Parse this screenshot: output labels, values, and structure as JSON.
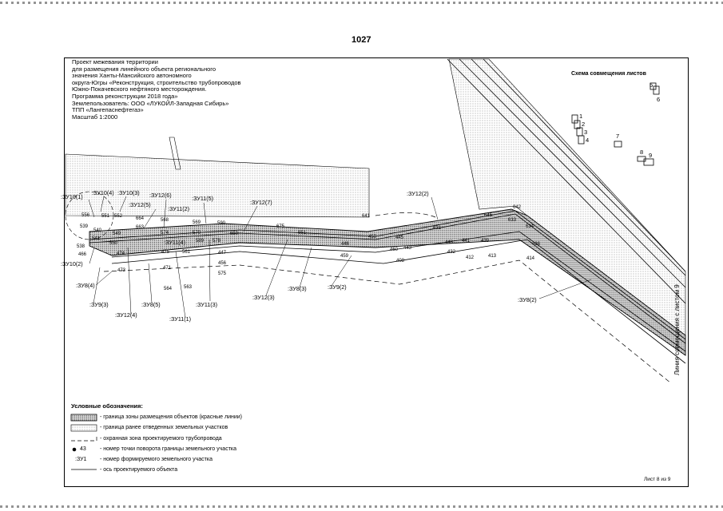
{
  "page_number": "1027",
  "title_block": [
    "Проект межевания территории",
    "для размещения линейного объекта регионального",
    "значения Ханты-Мансийского автономного",
    "округа-Югры «Реконструкция, строительство трубопроводов",
    "Южно-Покачевского нефтяного месторождения.",
    "Программа реконструкции 2018 года»",
    "Землепользователь: ООО «ЛУКОЙЛ-Западная Сибирь»",
    "ТПП «Лангепаснефтегаз»",
    "Масштаб 1:2000"
  ],
  "scheme": {
    "title": "Схема совмещения листов",
    "sheets": [
      "1",
      "2",
      "3",
      "4",
      "5",
      "6",
      "7",
      "8",
      "9"
    ]
  },
  "plot_labels": [
    ":ЗУ10(1)",
    ":ЗУ10(4)",
    ":ЗУ10(3)",
    ":ЗУ12(5)",
    ":ЗУ12(6)",
    ":ЗУ11(5)",
    ":ЗУ11(2)",
    ":ЗУ12(7)",
    ":ЗУ12(2)",
    ":ЗУ11(4)",
    ":ЗУ10(2)",
    ":ЗУ8(4)",
    ":ЗУ9(3)",
    ":ЗУ8(5)",
    ":ЗУ12(4)",
    ":ЗУ11(1)",
    ":ЗУ11(3)",
    ":ЗУ12(3)",
    ":ЗУ8(3)",
    ":ЗУ9(2)",
    ":ЗУ8(2)"
  ],
  "points": [
    "556",
    "551",
    "552",
    "539",
    "540",
    "541",
    "538",
    "549",
    "550",
    "474",
    "466",
    "473",
    "664",
    "663",
    "568",
    "574",
    "570",
    "569",
    "590",
    "561",
    "475",
    "471",
    "564",
    "563",
    "578",
    "589",
    "447",
    "456",
    "575",
    "650",
    "675",
    "651",
    "641",
    "642",
    "645",
    "633",
    "634",
    "631",
    "450",
    "445",
    "446",
    "443",
    "459",
    "460",
    "408",
    "443",
    "441",
    "439",
    "436",
    "432",
    "412",
    "413",
    "414"
  ],
  "legend": {
    "title": "Условные обозначения:",
    "items": [
      "- граница зоны размещения объектов (красные линии)",
      "- граница ранее отведенных земельных участков",
      "- охранная зона проектируемого трубопровода",
      "- номер точки поворота границы земельного участка",
      "- номер формируемого земельного участка",
      "- ось проектируемого объекта"
    ],
    "samples": [
      "43",
      ":ЗУ1"
    ]
  },
  "vertical_label": "Линия совмещения с листом 9",
  "sheet_info": "Лист 8 из 9"
}
